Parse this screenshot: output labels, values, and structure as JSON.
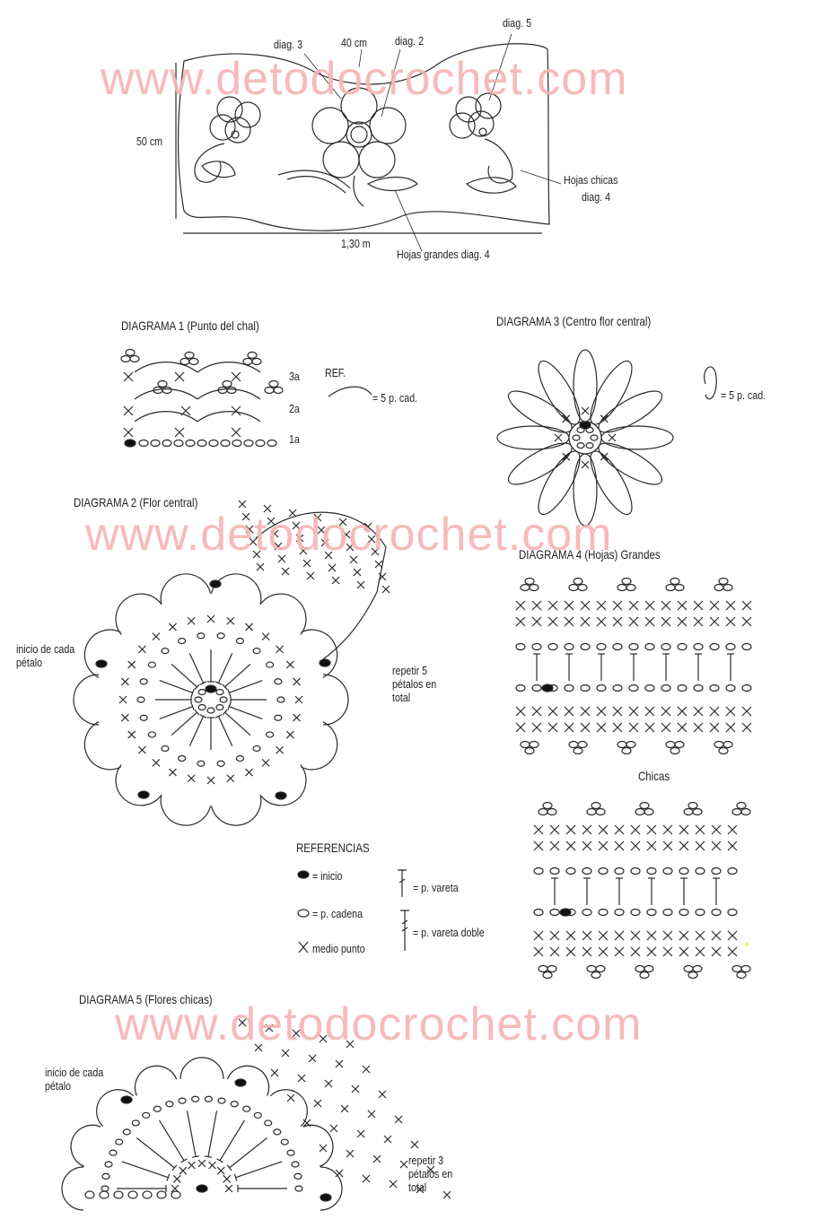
{
  "watermark": "www.detodocrochet.com",
  "colors": {
    "ink": "#2a2a2a",
    "watermark": "#f7b3b3",
    "accent": "#f3ef5a"
  },
  "shawl": {
    "diag3": "diag. 3",
    "width_top": "40 cm",
    "diag2": "diag. 2",
    "diag5": "diag. 5",
    "height": "50 cm",
    "length": "1,30 m",
    "small_leaves": "Hojas chicas",
    "small_leaves_diag": "diag. 4",
    "big_leaves": "Hojas grandes diag. 4"
  },
  "diagram1": {
    "title": "DIAGRAMA 1 (Punto del chal)",
    "rows": [
      "3a",
      "2a",
      "1a"
    ],
    "ref_title": "REF.",
    "ref_text": "= 5 p. cad."
  },
  "diagram3": {
    "title": "DIAGRAMA 3 (Centro flor central)",
    "ref_text": "= 5 p. cad."
  },
  "diagram2": {
    "title": "DIAGRAMA 2 (Flor central)",
    "start_note": "inicio de cada pétalo",
    "repeat_note": "repetir 5 pétalos en total"
  },
  "diagram4": {
    "title": "DIAGRAMA 4 (Hojas)  Grandes",
    "small_title": "Chicas"
  },
  "legend": {
    "title": "REFERENCIAS",
    "items": [
      "= inicio",
      "= p. cadena",
      "medio punto",
      "= p. vareta",
      "= p. vareta doble"
    ]
  },
  "diagram5": {
    "title": "DIAGRAMA 5 (Flores chicas)",
    "start_note": "inicio de cada pétalo",
    "repeat_note": "repetir 3 pétalos en total"
  }
}
